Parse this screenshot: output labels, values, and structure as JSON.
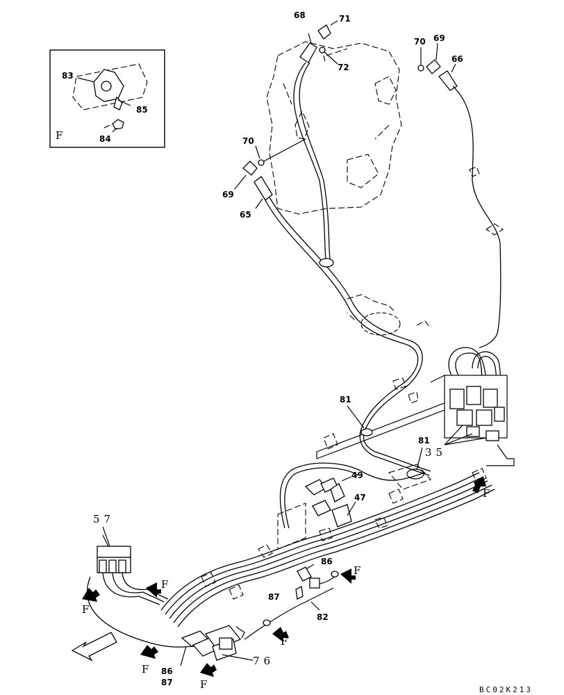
{
  "callouts": {
    "n68": "68",
    "n71": "71",
    "n72": "72",
    "n70a": "70",
    "n69a": "69",
    "n66": "66",
    "n70b": "70",
    "n69b": "69",
    "n65": "65",
    "n83": "83",
    "n85": "85",
    "n84": "84",
    "n81a": "81",
    "n81b": "81",
    "n35": "35",
    "n49": "49",
    "n47": "47",
    "n57": "57",
    "n86a": "86",
    "n87a": "87",
    "n82": "82",
    "n86b": "86",
    "n87b": "87",
    "n76": "76"
  },
  "flags": {
    "inset": "F",
    "f_right": "F",
    "f_57": "F",
    "f_left": "F",
    "f_86": "F",
    "f_82": "F",
    "f_bl": "F",
    "f_bm": "F"
  },
  "drawing_code": "BC02K213"
}
